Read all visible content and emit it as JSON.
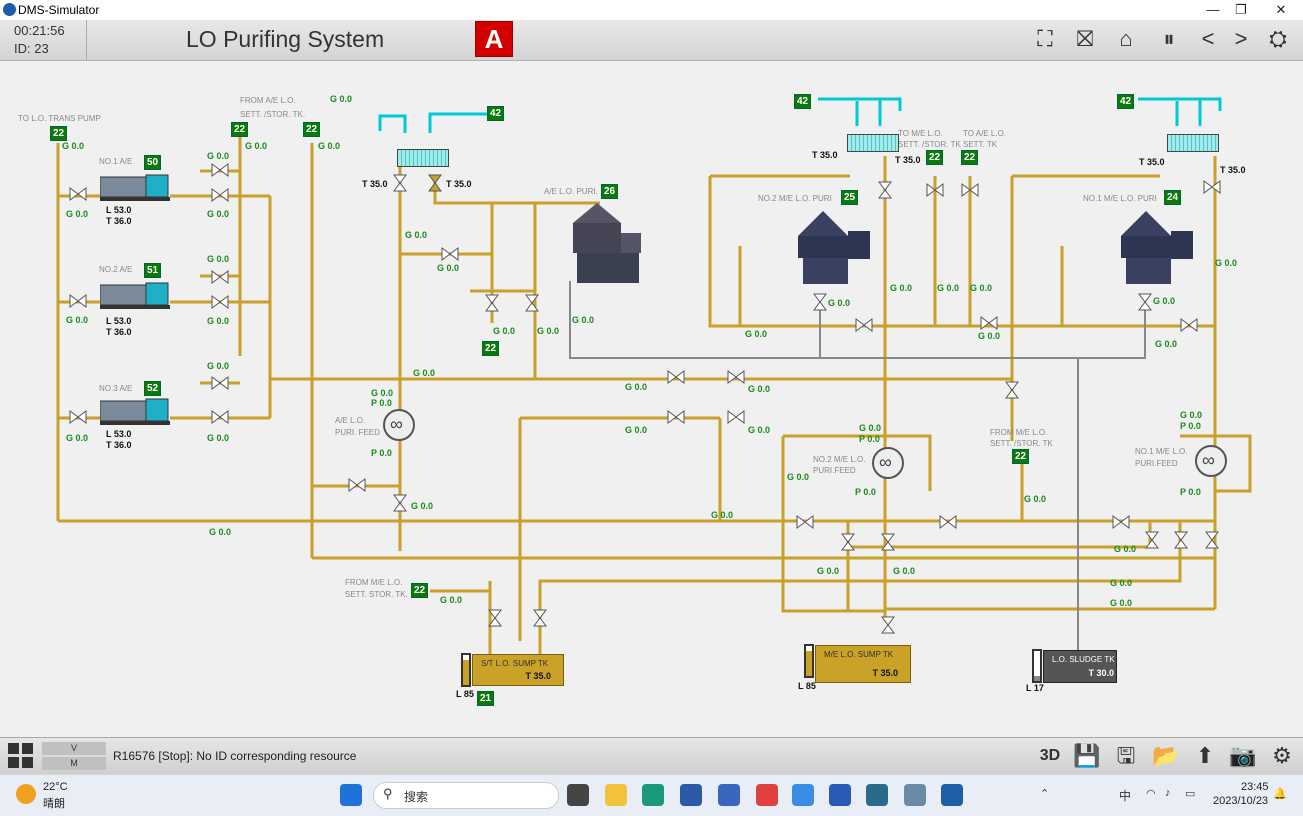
{
  "window": {
    "app_title": "DMS-Simulator",
    "min": "—",
    "restore": "❐",
    "close": "✕"
  },
  "header": {
    "clock": "00:21:56",
    "id_line": "ID:   23",
    "page_title": "LO Purifing System",
    "alarm_label": "A",
    "toolbar": [
      "⛶",
      "⛝",
      "⌂",
      "⏸",
      "<",
      ">",
      "⛭"
    ]
  },
  "diagram": {
    "labels": {
      "to_lo_trans_pump": "TO L.O. TRANS PUMP",
      "from_ae_lo_a": "FROM A/E L.O.",
      "from_ae_lo_b": "SETT. /STOR. TK.",
      "no1_ae": "NO.1 A/E",
      "no2_ae": "NO.2 A/E",
      "no3_ae": "NO.3 A/E",
      "ae_lo_puri": "A/E L.O. PURI.",
      "no2_me_lo_puri": "NO.2 M/E L.O. PURI",
      "no1_me_lo_puri": "NO.1 M/E L.O. PURI",
      "to_me_lo_a": "TO M/E L.O.",
      "to_me_lo_b": "SETT. /STOR. TK",
      "to_ae_lo_a": "TO A/E L.O.",
      "to_ae_lo_b": "SETT. TK",
      "ae_puri_feed_a": "A/E L.O.",
      "ae_puri_feed_b": "PURI. FEED",
      "no2_me_feed_a": "NO.2 M/E L.O.",
      "no2_me_feed_b": "PURI.FEED",
      "no1_me_feed_a": "NO.1 M/E L.O.",
      "no1_me_feed_b": "PURI.FEED",
      "from_me_lo_sett_a": "FROM M/E L.O.",
      "from_me_lo_sett_b": "SETT. /STOR. TK",
      "from_me_lo_stor_a": "FROM M/E L.O.",
      "from_me_lo_stor_b": "SETT.  STOR. TK.",
      "st_sump": "S/T L.O. SUMP TK",
      "me_sump": "M/E L.O. SUMP TK",
      "sludge": "L.O. SLUDGE TK"
    },
    "ids": {
      "pump_top": "22",
      "from_ae": "22",
      "col3": "22",
      "ae1": "50",
      "ae2": "51",
      "ae3": "52",
      "cooler_ae": "42",
      "ae_puri": "26",
      "drain_ae": "22",
      "cooler_no2": "42",
      "cooler_no1": "42",
      "to_me": "22",
      "to_ae": "22",
      "no2_puri": "25",
      "no1_puri": "24",
      "from_me_sett": "22",
      "from_me_stor": "22",
      "st_sump": "21"
    },
    "engines": {
      "l1": "L 53.0",
      "t1": "T 36.0",
      "l2": "L 53.0",
      "t2": "T 36.0",
      "l3": "L 53.0",
      "t3": "T 36.0"
    },
    "values": {
      "g_pump_top": "G 0.0",
      "g_from_ae_top": "G 0.0",
      "g_col3": "G 0.0",
      "g_col2": "G 0.0",
      "g_ae1_left": "G 0.0",
      "g_ae1_r_top": "G 0.0",
      "g_ae1_r_bot": "G 0.0",
      "g_ae2_left": "G 0.0",
      "g_ae2_r_top": "G 0.0",
      "g_ae2_r_bot": "G 0.0",
      "g_ae3_left": "G 0.0",
      "g_ae3_r_top": "G 0.0",
      "g_ae3_r_bot": "G 0.0",
      "t_cooler_ae_l": "T 35.0",
      "t_cooler_ae_r": "T 35.0",
      "g_ae_riser": "G 0.0",
      "g_ae_bypass": "G 0.0",
      "g_ae_v1": "G 0.0",
      "g_ae_v2": "G 0.0",
      "g_ae_v3": "G 0.0",
      "g_mid_header": "G 0.0",
      "g_ae_feed": "G 0.0",
      "p_ae_feed": "P 0.0",
      "p_ae_feed_out": "P 0.0",
      "g_ae_below": "G 0.0",
      "g_no2_center_a": "G 0.0",
      "g_no2_center_b": "G 0.0",
      "g_no2_center_c": "G 0.0",
      "g_no2_center_d": "G 0.0",
      "t_no2_l": "T 35.0",
      "t_no2_r": "T 35.0",
      "g_no2_outlet": "G 0.0",
      "g_no2_ret": "G 0.0",
      "g_no2_right": "G 0.0",
      "g_to_ae": "G 0.0",
      "g_to_me": "G 0.0",
      "t_no1_l": "T 35.0",
      "t_no1_r": "T 35.0",
      "g_no1_outlet": "G 0.0",
      "g_no1_ret": "G 0.0",
      "g_no1_right": "G 0.0",
      "g_no1_mid": "G 0.0",
      "g_no2_feed": "G 0.0",
      "p_no2_feed": "P 0.0",
      "p_no2_out": "P 0.0",
      "g_no2_down": "G 0.0",
      "g_no1_feed": "G 0.0",
      "p_no1_feed": "P 0.0",
      "p_no1_out": "P 0.0",
      "g_lower_main": "G 0.0",
      "g_bottom_main": "G 0.0",
      "g_from_me_sett": "G 0.0",
      "g_r1": "G 0.0",
      "g_r2": "G 0.0",
      "g_r3": "G 0.0",
      "g_me_sump_l": "G 0.0",
      "g_me_sump_r": "G 0.0",
      "g_from_me_stor": "G 0.0"
    },
    "tanks": {
      "st_level": "L 85",
      "st_temp": "T 35.0",
      "me_level": "L 85",
      "me_temp": "T 35.0",
      "sludge_level": "L 17",
      "sludge_temp": "T 30.0"
    },
    "colors": {
      "pipe": "#c8a02a",
      "water": "#00c8d8",
      "drain": "#888888"
    }
  },
  "status": {
    "v_label": "V",
    "m_label": "M",
    "message": "R16576 [Stop]: No ID corresponding resource",
    "buttons": [
      "3D",
      "💾",
      "🖫",
      "📂",
      "⬆",
      "📷",
      "⚙"
    ]
  },
  "taskbar": {
    "weather_temp": "22°C",
    "weather_desc": "晴朗",
    "search_placeholder": "搜索",
    "ime": "中",
    "time": "23:45",
    "date": "2023/10/23"
  }
}
